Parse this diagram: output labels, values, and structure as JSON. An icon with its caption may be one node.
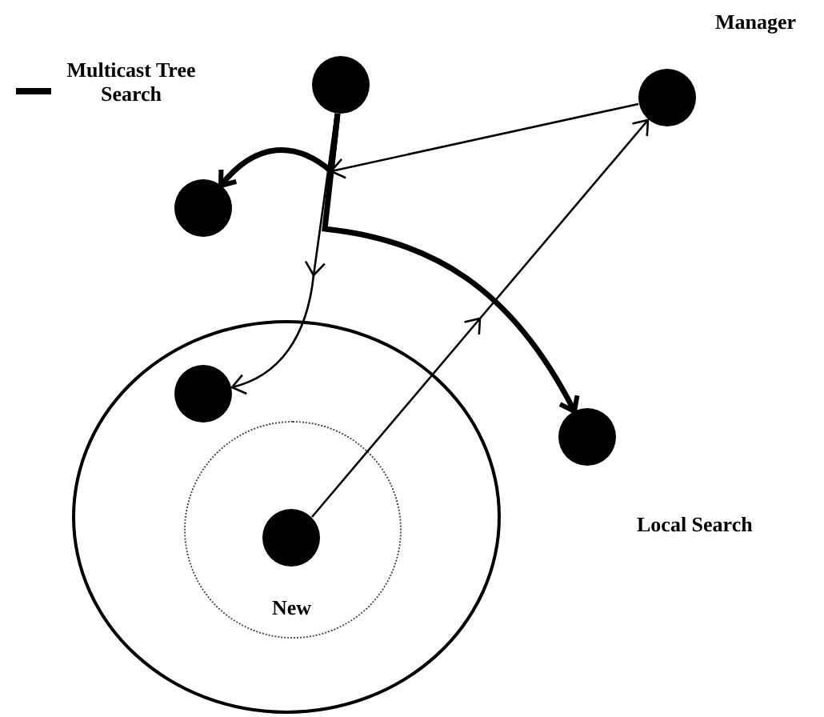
{
  "diagram": {
    "nodes": [
      {
        "text": [],
        "shape": "circle"
      },
      {
        "text": [],
        "shape": "circle",
        "beside": [
          "Manager"
        ]
      },
      {
        "text": [],
        "shape": "circle"
      },
      {
        "text": [],
        "shape": "circle"
      },
      {
        "text": [],
        "shape": "circle",
        "in": 3
      },
      {
        "text": [],
        "shape": "circle"
      },
      {
        "text": [],
        "shape": "circle",
        "in": 3
      },
      {
        "text": [],
        "shape": "circle",
        "in": 6,
        "beside": [
          "New"
        ]
      }
    ],
    "edges": [
      {
        "from": 7,
        "to": 1,
        "arrow": "to"
      },
      {
        "from": 1,
        "to": null,
        "arrow": "to"
      },
      {
        "from": 0,
        "to": 2,
        "arrow": "to",
        "style": "thick"
      },
      {
        "from": 0,
        "to": 4,
        "arrow": "to"
      },
      {
        "from": 0,
        "to": 5,
        "arrow": "to",
        "style": "thick"
      }
    ],
    "labels": [
      "Local Search"
    ],
    "legend": [
      {
        "text": "Multicast Tree Search"
      }
    ]
  }
}
